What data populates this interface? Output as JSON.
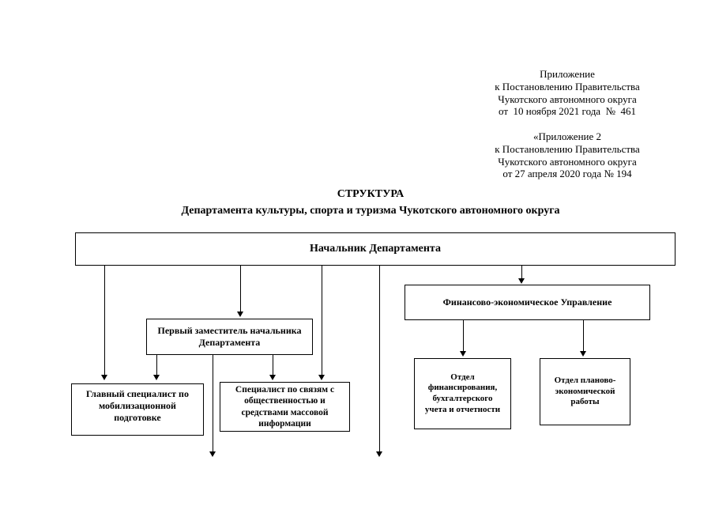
{
  "page": {
    "background_color": "#ffffff",
    "text_color": "#000000",
    "box_border_color": "#000000"
  },
  "annotation": {
    "text": "Приложение\nк Постановлению Правительства\nЧукотского автономного округа\nот  10 ноября 2021 года  №  461\n\n«Приложение 2\nк Постановлению Правительства\nЧукотского автономного округа\nот 27 апреля 2020 года № 194"
  },
  "title": {
    "text": "СТРУКТУРА\nДепартамента культуры, спорта и туризма Чукотского автономного округа"
  },
  "org_chart": {
    "nodes": {
      "head": {
        "label": "Начальник Департамента"
      },
      "first_deputy": {
        "label": "Первый заместитель начальника\nДепартамента"
      },
      "chief_mob_specialist": {
        "label": "Главный специалист по\nмобилизационной\nподготовке"
      },
      "pr_media_specialist": {
        "label": "Специалист по связям с\nобщественностью и\nсредствами массовой\nинформации"
      },
      "fin_econ_dept": {
        "label": "Финансово-экономическое Управление"
      },
      "finance_accounting_div": {
        "label": "Отдел\nфинансирования,\nбухгалтерского\nучета и отчетности"
      },
      "planning_econ_div": {
        "label": "Отдел планово-\nэкономической\nработы"
      }
    },
    "edges": [
      {
        "from": "head",
        "to": "chief_mob_specialist"
      },
      {
        "from": "head",
        "to": "first_deputy"
      },
      {
        "from": "head",
        "to": "pr_media_specialist"
      },
      {
        "from": "head",
        "to": "unlabeled-bottom-right"
      },
      {
        "from": "head",
        "to": "fin_econ_dept"
      },
      {
        "from": "first_deputy",
        "to": "chief_mob_specialist"
      },
      {
        "from": "first_deputy",
        "to": "unlabeled-bottom-left"
      },
      {
        "from": "first_deputy",
        "to": "pr_media_specialist"
      },
      {
        "from": "fin_econ_dept",
        "to": "finance_accounting_div"
      },
      {
        "from": "fin_econ_dept",
        "to": "planning_econ_div"
      }
    ]
  }
}
